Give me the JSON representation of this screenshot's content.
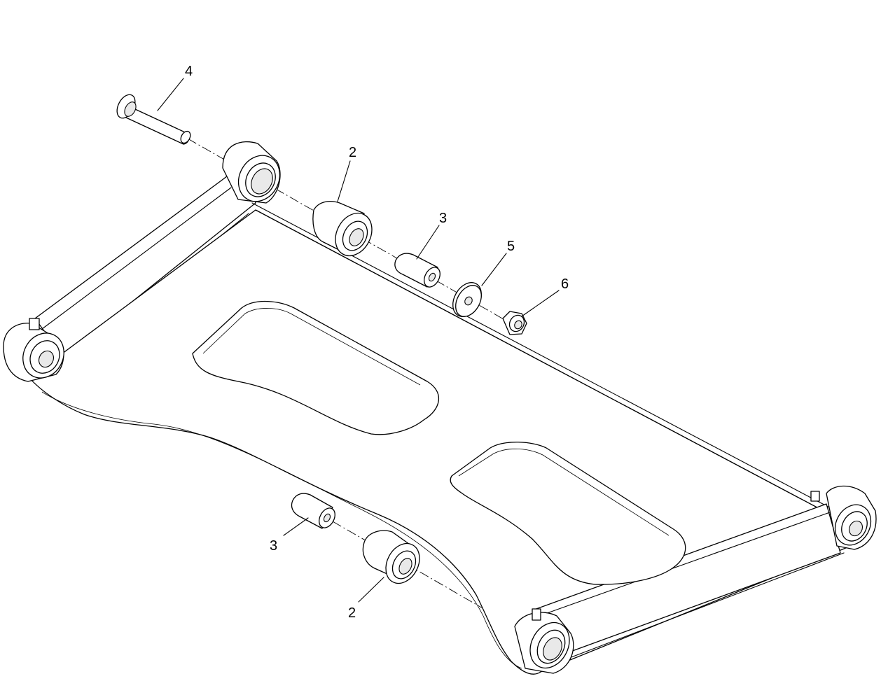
{
  "callouts": [
    {
      "id": "c1",
      "label": "4"
    },
    {
      "id": "c2",
      "label": "2"
    },
    {
      "id": "c3",
      "label": "3"
    },
    {
      "id": "c4",
      "label": "5"
    },
    {
      "id": "c5",
      "label": "6"
    },
    {
      "id": "c6",
      "label": "3"
    },
    {
      "id": "c7",
      "label": "2"
    }
  ],
  "colors": {
    "line": "#000000",
    "background": "#ffffff",
    "shade": "#e9e9e9"
  }
}
